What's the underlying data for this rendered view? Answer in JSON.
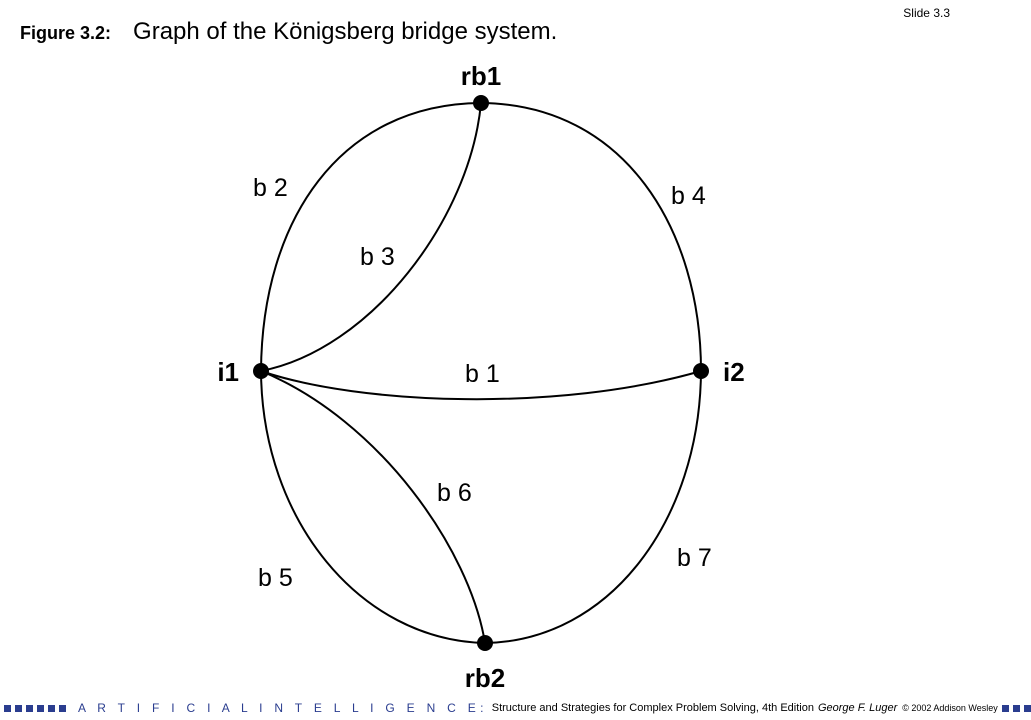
{
  "slide": {
    "number_label": "Slide 3.3"
  },
  "figure": {
    "label": "Figure 3.2:",
    "title": "Graph of the Königsberg bridge system."
  },
  "graph": {
    "nodes": [
      {
        "id": "rb1",
        "label": "rb1"
      },
      {
        "id": "i1",
        "label": "i1"
      },
      {
        "id": "i2",
        "label": "i2"
      },
      {
        "id": "rb2",
        "label": "rb2"
      }
    ],
    "edges": [
      {
        "id": "b1",
        "label": "b 1",
        "from": "i1",
        "to": "i2"
      },
      {
        "id": "b2",
        "label": "b 2",
        "from": "i1",
        "to": "rb1"
      },
      {
        "id": "b3",
        "label": "b 3",
        "from": "i1",
        "to": "rb1"
      },
      {
        "id": "b4",
        "label": "b 4",
        "from": "rb1",
        "to": "i2"
      },
      {
        "id": "b5",
        "label": "b 5",
        "from": "i1",
        "to": "rb2"
      },
      {
        "id": "b6",
        "label": "b 6",
        "from": "i1",
        "to": "rb2"
      },
      {
        "id": "b7",
        "label": "b 7",
        "from": "i2",
        "to": "rb2"
      }
    ]
  },
  "footer": {
    "brand": "A R T I F I C I A L   I N T E L L I G E N C E:",
    "text": "Structure and Strategies for Complex Problem Solving, 4th Edition",
    "author": "George F. Luger",
    "copyright": "© 2002  Addison Wesley",
    "accent_color": "#2a3d8f"
  }
}
